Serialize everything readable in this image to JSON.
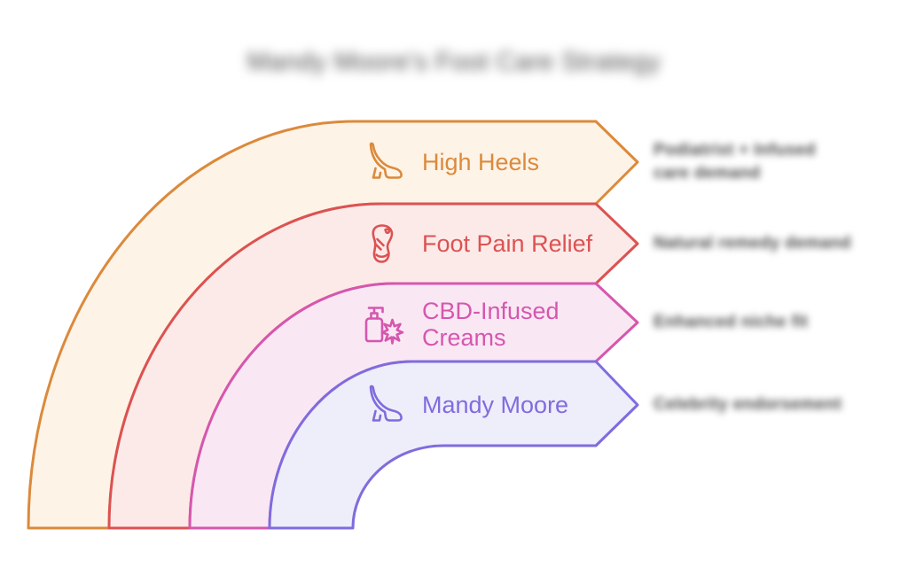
{
  "title": {
    "text": "Mandy Moore's Foot Care Strategy",
    "blurred": true,
    "color": "#4A4A4A"
  },
  "bands": [
    {
      "label": "High Heels",
      "icon": "high-heel-icon",
      "color": "#DB8A3C",
      "bg": "#FDF3E7",
      "annotation": {
        "blurred": true,
        "line1": "Podiatrist + Infused",
        "line2": "care demand"
      }
    },
    {
      "label": "Foot Pain Relief",
      "icon": "foot-icon",
      "color": "#DC5252",
      "bg": "#FCEAE8",
      "annotation": {
        "blurred": true,
        "line1": "Natural remedy demand"
      }
    },
    {
      "label": "CBD-Infused",
      "label2": "Creams",
      "icon": "cbd-cream-icon",
      "color": "#D557AE",
      "bg": "#FAE7F4",
      "annotation": {
        "blurred": true,
        "line1": "Enhanced niche fit"
      }
    },
    {
      "label": "Mandy Moore",
      "icon": "high-heel-icon",
      "color": "#7F6CDE",
      "bg": "#EEEDFA",
      "annotation": {
        "blurred": true,
        "line1": "Celebrity endorsement"
      }
    }
  ]
}
